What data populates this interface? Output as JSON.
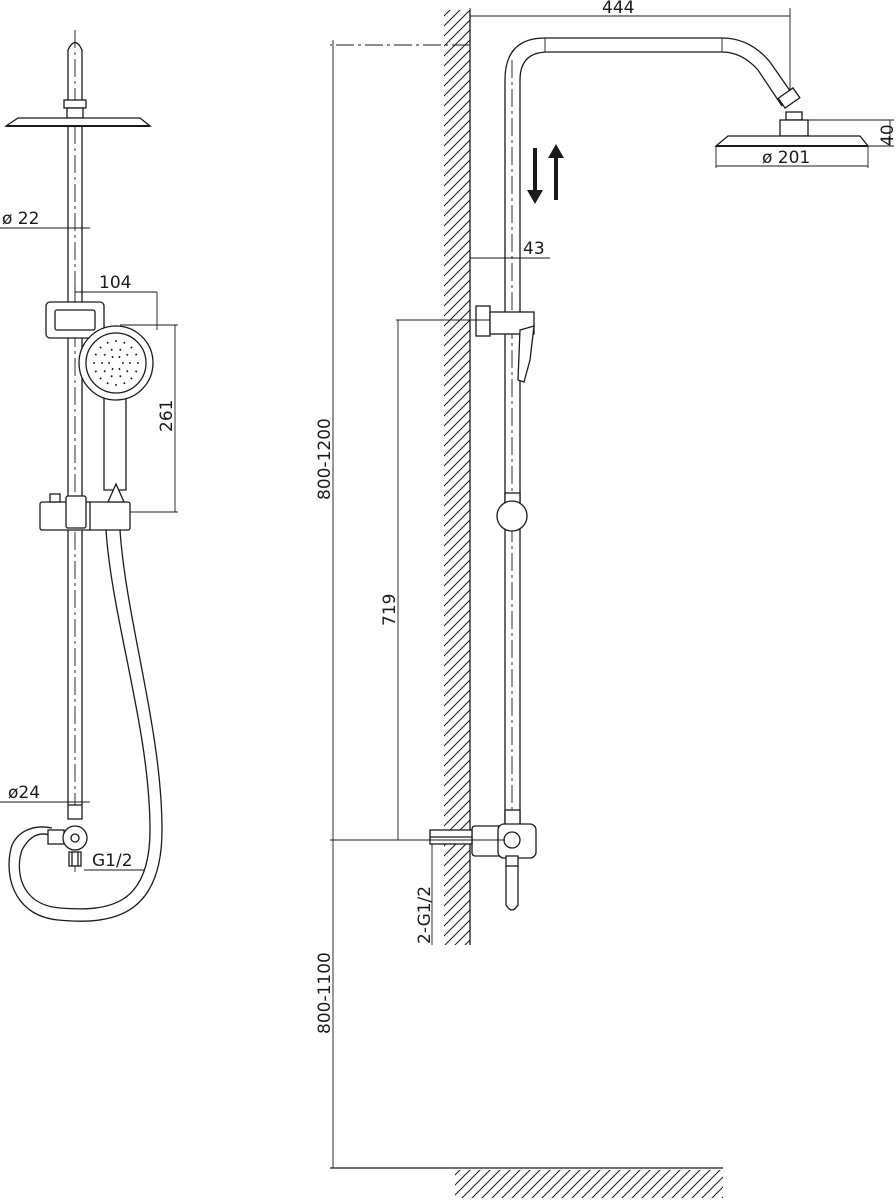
{
  "front_view": {
    "labels": {
      "pipe_diameter_top": "ø 22",
      "holder_width": "104",
      "hand_shower_height": "261",
      "pipe_diameter_bottom": "ø24",
      "inlet_thread": "G1/2"
    }
  },
  "side_view": {
    "labels": {
      "arm_projection": "444",
      "head_thickness": "40",
      "head_diameter": "ø 201",
      "wall_clearance": "43",
      "column_height": "800-1200",
      "slider_travel": "719",
      "inlet_threads": "2-G1/2",
      "mount_height": "800-1100"
    }
  },
  "icons": {
    "adjust_direction": "up-down-arrows-icon"
  }
}
